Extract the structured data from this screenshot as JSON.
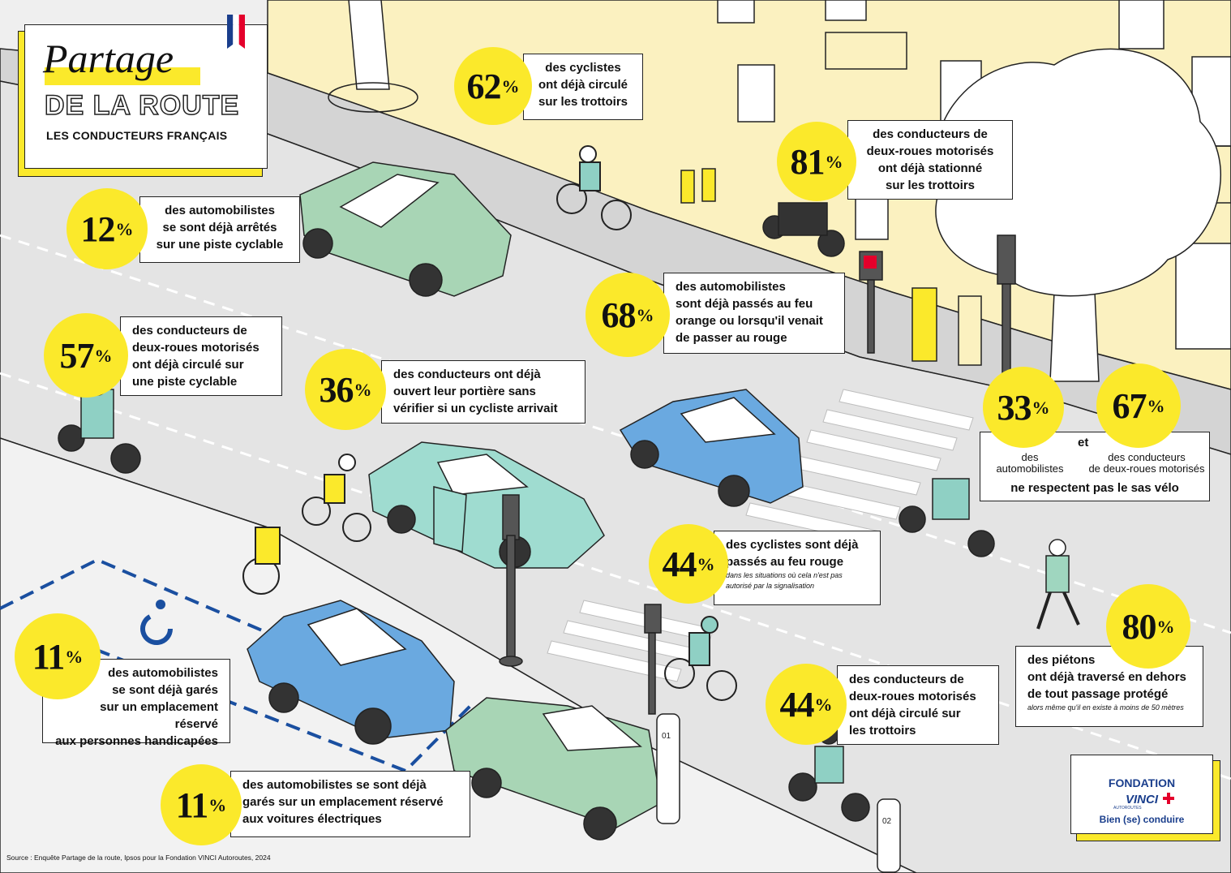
{
  "title": {
    "word": "Partage",
    "subtitle": "DE LA ROUTE",
    "tagline": "LES CONDUCTEURS FRANÇAIS"
  },
  "colors": {
    "accent_yellow": "#fbe92b",
    "car_green": "#a8d5b5",
    "car_teal": "#9fdcd0",
    "car_blue": "#6aa9e0",
    "building": "#fbf1c0",
    "road": "#e4e4e4",
    "logo_blue": "#1a3e8c",
    "logo_red": "#e4002b"
  },
  "stats": [
    {
      "id": "62",
      "num": "62",
      "pct": "%",
      "text": "des cyclistes\nont déjà circulé\nsur les trottoirs"
    },
    {
      "id": "81",
      "num": "81",
      "pct": "%",
      "text": "des conducteurs de\ndeux-roues motorisés\nont déjà stationné\nsur les trottoirs"
    },
    {
      "id": "12",
      "num": "12",
      "pct": "%",
      "text": "des automobilistes\nse sont déjà arrêtés\nsur une piste cyclable"
    },
    {
      "id": "68",
      "num": "68",
      "pct": "%",
      "text": "des automobilistes\nsont déjà passés au feu\norange ou lorsqu'il venait\nde passer au rouge"
    },
    {
      "id": "57",
      "num": "57",
      "pct": "%",
      "text": "des conducteurs de\ndeux-roues motorisés\nont déjà circulé sur\nune piste cyclable"
    },
    {
      "id": "36",
      "num": "36",
      "pct": "%",
      "text": "des conducteurs ont déjà\nouvert leur portière sans\nvérifier si un cycliste arrivait"
    },
    {
      "id": "44a",
      "num": "44",
      "pct": "%",
      "text": "des cyclistes sont déjà\npassés au feu rouge",
      "note": "dans les situations où cela n'est pas autorisé par la signalisation"
    },
    {
      "id": "80",
      "num": "80",
      "pct": "%",
      "text": "des piétons\nont déjà traversé en dehors\nde tout passage protégé",
      "note": "alors même qu'il en existe à moins de 50 mètres"
    },
    {
      "id": "11a",
      "num": "11",
      "pct": "%",
      "text": "des automobilistes\nse sont déjà garés\nsur un emplacement réservé\naux personnes handicapées"
    },
    {
      "id": "44b",
      "num": "44",
      "pct": "%",
      "text": "des conducteurs de\ndeux-roues motorisés\nont déjà circulé sur\nles trottoirs"
    },
    {
      "id": "11b",
      "num": "11",
      "pct": "%",
      "text": "des automobilistes se sont déjà\ngarés sur un emplacement réservé\naux voitures électriques"
    }
  ],
  "pair": {
    "left_num": "33",
    "right_num": "67",
    "pct": "%",
    "and": "et",
    "left_label": "des\nautomobilistes",
    "right_label": "des conducteurs\nde deux-roues motorisés",
    "bottom": "ne respectent pas le sas vélo"
  },
  "source": "Source : Enquête Partage de la route, Ipsos pour la Fondation VINCI Autoroutes, 2024",
  "logo": {
    "line1": "FONDATION",
    "line2": "VINCI",
    "line2_sub": "AUTOROUTES",
    "line3": "Bien (se) conduire"
  },
  "signs": {
    "bay1": "01",
    "bay2": "02"
  }
}
